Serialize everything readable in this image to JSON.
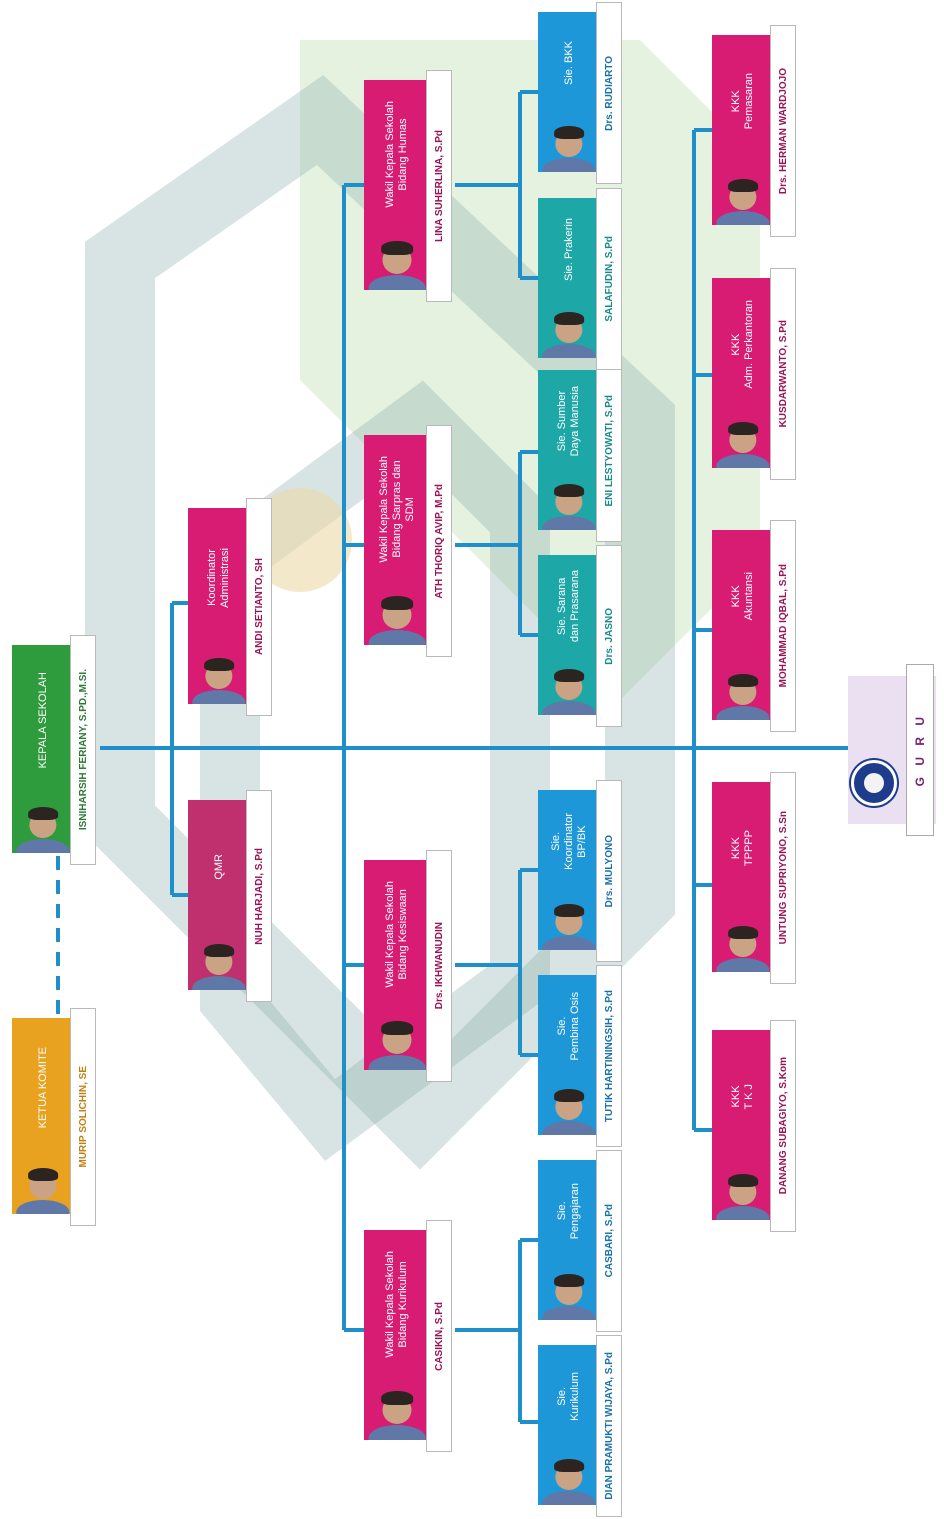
{
  "colors": {
    "line": "#1f8fcb",
    "head": "#2e9b3c",
    "committee": "#e8a21f",
    "vice": "#d81b73",
    "section": "#1e97d8",
    "section_alt": "#1ea7a7",
    "kkk": "#d81b73",
    "watermark_green": "#cfe4c7",
    "watermark_teal": "#5d8f8b"
  },
  "kepala_sekolah": {
    "title": "KEPALA SEKOLAH",
    "name": "ISNIHARSIH FERIANY, S.PD.,M.SI."
  },
  "ketua_komite": {
    "title": "KETUA KOMITE",
    "name": "MURIP SOLICHIN, SE"
  },
  "qmr": {
    "title": "QMR",
    "name": "NUH HARJADI, S.Pd"
  },
  "koordinator_administrasi": {
    "title": "Koordinator\nAdministrasi",
    "name": "ANDI SETIANTO, SH"
  },
  "wakil": [
    {
      "key": "kurikulum",
      "title": "Wakil Kepala Sekolah\nBidang Kurikulum",
      "name": "CASIKIN, S.Pd"
    },
    {
      "key": "kesiswaan",
      "title": "Wakil Kepala Sekolah\nBidang Kesiswaan",
      "name": "Drs. IKHWANUDIN"
    },
    {
      "key": "sarpras",
      "title": "Wakil Kepala Sekolah\nBidang Sarpras dan\nSDM",
      "name": "ATH THORIQ AVIP, M.Pd"
    },
    {
      "key": "humas",
      "title": "Wakil Kepala Sekolah\nBidang Humas",
      "name": "LINA SUHERLINA, S.Pd"
    }
  ],
  "seksi": [
    {
      "key": "kurikulum",
      "title": "Sie.\nKurikulum",
      "name": "DIAN PRAMUKTI WIJAYA, S.Pd"
    },
    {
      "key": "pengajaran",
      "title": "Sie.\nPengajaran",
      "name": "CASBARI, S.Pd"
    },
    {
      "key": "pembina-osis",
      "title": "Sie.\nPembina Osis",
      "name": "TUTIK HARTININGSIH, S.Pd"
    },
    {
      "key": "koordinator-bp",
      "title": "Sie.\nKoordinator\nBP/BK",
      "name": "Drs. MULYONO"
    },
    {
      "key": "sarana",
      "title": "Sie. Sarana\ndan Prasarana",
      "name": "Drs. JASNO"
    },
    {
      "key": "sdm",
      "title": "Sie. Sumber\nDaya Manusia",
      "name": "ENI LESTYOWATI, S.Pd"
    },
    {
      "key": "prakerin",
      "title": "Sie. Prakerin",
      "name": "SALAFUDIN, S.Pd"
    },
    {
      "key": "bkk",
      "title": "Sie. BKK",
      "name": "Drs. RUDIARTO"
    }
  ],
  "kkk": [
    {
      "key": "tkj",
      "title": "KKK\nT K J",
      "name": "DANANG SUBAGIYO, S.Kom"
    },
    {
      "key": "tpppp",
      "title": "KKK\nTPPPP",
      "name": "UNTUNG SUPRIYONO, S.Sn"
    },
    {
      "key": "akuntansi",
      "title": "KKK\nAkuntansi",
      "name": "MOHAMMAD IQBAL, S.Pd"
    },
    {
      "key": "perkantoran",
      "title": "KKK\nAdm. Perkantoran",
      "name": "KUSDARWANTO, S.Pd"
    },
    {
      "key": "pemasaran",
      "title": "KKK\nPemasaran",
      "name": "Drs. HERMAN WARDJOJO"
    }
  ],
  "guru": {
    "label": "G U R U"
  }
}
